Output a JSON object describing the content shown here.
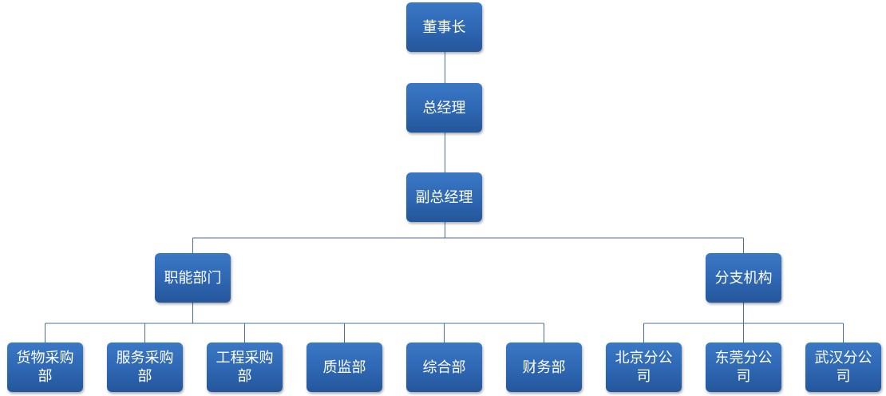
{
  "colors": {
    "node_fill": "#2f68b4",
    "connector": "#4a6f9c",
    "text": "#ffffff"
  },
  "nodes": {
    "chairman": "董事长",
    "general_manager": "总经理",
    "deputy_general_manager": "副总经理",
    "functional_departments": "职能部门",
    "branches": "分支机构",
    "goods_procurement": "货物采购部",
    "service_procurement": "服务采购部",
    "engineering_procurement": "工程采购部",
    "quality_supervision": "质监部",
    "general_affairs": "综合部",
    "finance": "财务部",
    "beijing_branch": "北京分公司",
    "dongguan_branch": "东莞分公司",
    "wuhan_branch": "武汉分公司"
  }
}
